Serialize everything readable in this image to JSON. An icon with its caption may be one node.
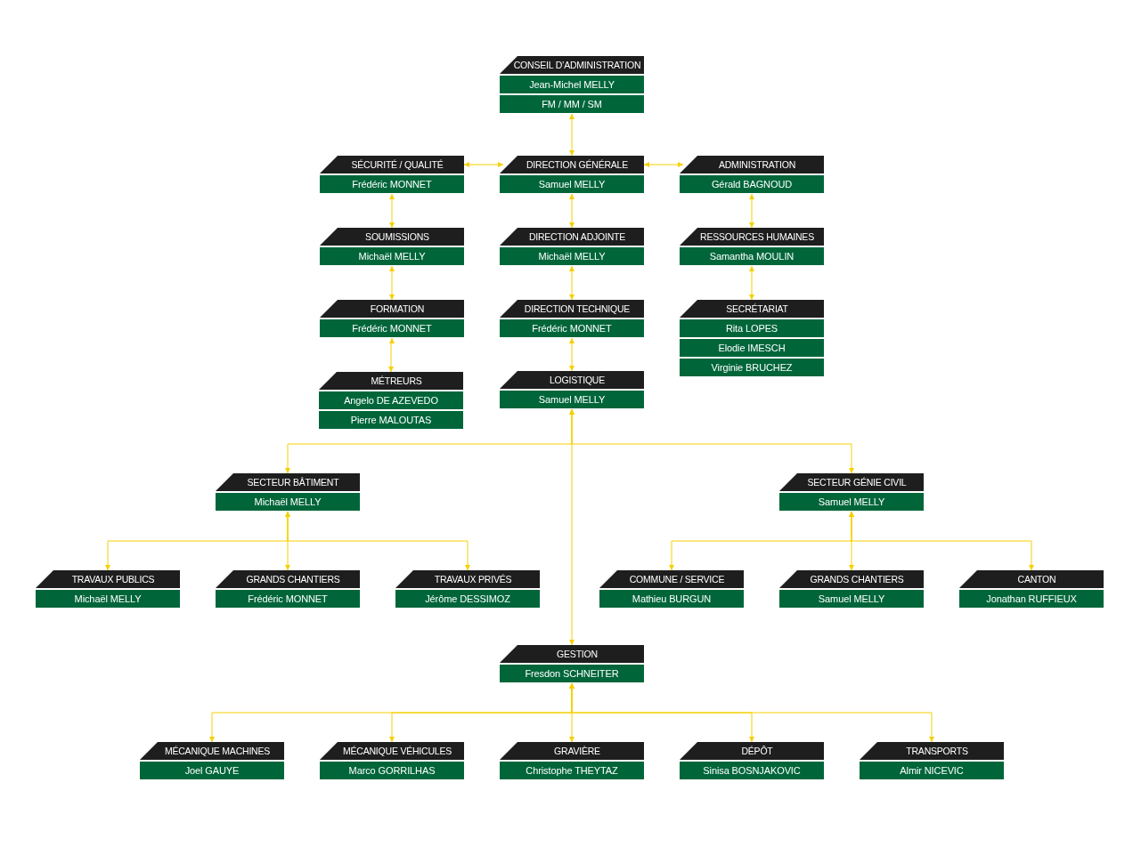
{
  "diagram": {
    "nodes": [
      {
        "text": [
          "CONSEIL D’ADMINISTRATION",
          "Jean-Michel MELLY",
          "FM / MM / SM"
        ]
      },
      {
        "text": [
          "SÉCURITÉ / QUALITÉ",
          "Frédéric MONNET"
        ]
      },
      {
        "text": [
          "DIRECTION GÉNÉRALE",
          "Samuel MELLY"
        ]
      },
      {
        "text": [
          "ADMINISTRATION",
          "Gérald BAGNOUD"
        ]
      },
      {
        "text": [
          "SOUMISSIONS",
          "Michaël MELLY"
        ]
      },
      {
        "text": [
          "DIRECTION ADJOINTE",
          "Michaël MELLY"
        ]
      },
      {
        "text": [
          "RESSOURCES HUMAINES",
          "Samantha MOULIN"
        ]
      },
      {
        "text": [
          "FORMATION",
          "Frédéric MONNET"
        ]
      },
      {
        "text": [
          "DIRECTION TECHNIQUE",
          "Frédéric MONNET"
        ]
      },
      {
        "text": [
          "SECRÉTARIAT",
          "Rita LOPES",
          "Elodie IMESCH",
          "Virginie BRUCHEZ"
        ]
      },
      {
        "text": [
          "MÉTREURS",
          "Angelo DE AZEVEDO",
          "Pierre MALOUTAS"
        ]
      },
      {
        "text": [
          "LOGISTIQUE",
          "Samuel MELLY"
        ]
      },
      {
        "text": [
          "SECTEUR BÂTIMENT",
          "Michaël MELLY"
        ]
      },
      {
        "text": [
          "SECTEUR GÉNIE CIVIL",
          "Samuel MELLY"
        ]
      },
      {
        "text": [
          "TRAVAUX PUBLICS",
          "Michaël MELLY"
        ]
      },
      {
        "text": [
          "GRANDS CHANTIERS",
          "Frédéric MONNET"
        ]
      },
      {
        "text": [
          "TRAVAUX PRIVÉS",
          "Jérôme DESSIMOZ"
        ]
      },
      {
        "text": [
          "COMMUNE / SERVICE",
          "Mathieu BURGUN"
        ]
      },
      {
        "text": [
          "GRANDS CHANTIERS",
          "Samuel MELLY"
        ]
      },
      {
        "text": [
          "CANTON",
          "Jonathan RUFFIEUX"
        ]
      },
      {
        "text": [
          "GESTION",
          "Fresdon SCHNEITER"
        ]
      },
      {
        "text": [
          "MÉCANIQUE MACHINES",
          "Joel GAUYE"
        ]
      },
      {
        "text": [
          "MÉCANIQUE VÉHICULES",
          "Marco GORRILHAS"
        ]
      },
      {
        "text": [
          "GRAVIÈRE",
          "Christophe THEYTAZ"
        ]
      },
      {
        "text": [
          "DÉPÔT",
          "Sinisa BOSNJAKOVIC"
        ]
      },
      {
        "text": [
          "TRANSPORTS",
          "Almir NICEVIC"
        ]
      }
    ],
    "edges": [
      {
        "from": 0,
        "to": 2,
        "arrow": "both"
      },
      {
        "from": 2,
        "to": 1,
        "arrow": "both"
      },
      {
        "from": 2,
        "to": 3,
        "arrow": "both"
      },
      {
        "from": 1,
        "to": 4,
        "arrow": "both"
      },
      {
        "from": 4,
        "to": 7,
        "arrow": "both"
      },
      {
        "from": 7,
        "to": 10,
        "arrow": "both"
      },
      {
        "from": 2,
        "to": 5,
        "arrow": "both"
      },
      {
        "from": 5,
        "to": 8,
        "arrow": "both"
      },
      {
        "from": 8,
        "to": 11,
        "arrow": "both"
      },
      {
        "from": 3,
        "to": 6,
        "arrow": "both"
      },
      {
        "from": 6,
        "to": 9,
        "arrow": "both"
      },
      {
        "from": 11,
        "to": 12,
        "arrow": "both"
      },
      {
        "from": 11,
        "to": 13,
        "arrow": "both"
      },
      {
        "from": 11,
        "to": 20,
        "arrow": "both"
      },
      {
        "from": 12,
        "to": 14,
        "arrow": "both"
      },
      {
        "from": 12,
        "to": 15,
        "arrow": "both"
      },
      {
        "from": 12,
        "to": 16,
        "arrow": "both"
      },
      {
        "from": 13,
        "to": 17,
        "arrow": "both"
      },
      {
        "from": 13,
        "to": 18,
        "arrow": "both"
      },
      {
        "from": 13,
        "to": 19,
        "arrow": "both"
      },
      {
        "from": 20,
        "to": 21,
        "arrow": "both"
      },
      {
        "from": 20,
        "to": 22,
        "arrow": "both"
      },
      {
        "from": 20,
        "to": 23,
        "arrow": "both"
      },
      {
        "from": 20,
        "to": 24,
        "arrow": "both"
      },
      {
        "from": 20,
        "to": 25,
        "arrow": "both"
      }
    ]
  }
}
